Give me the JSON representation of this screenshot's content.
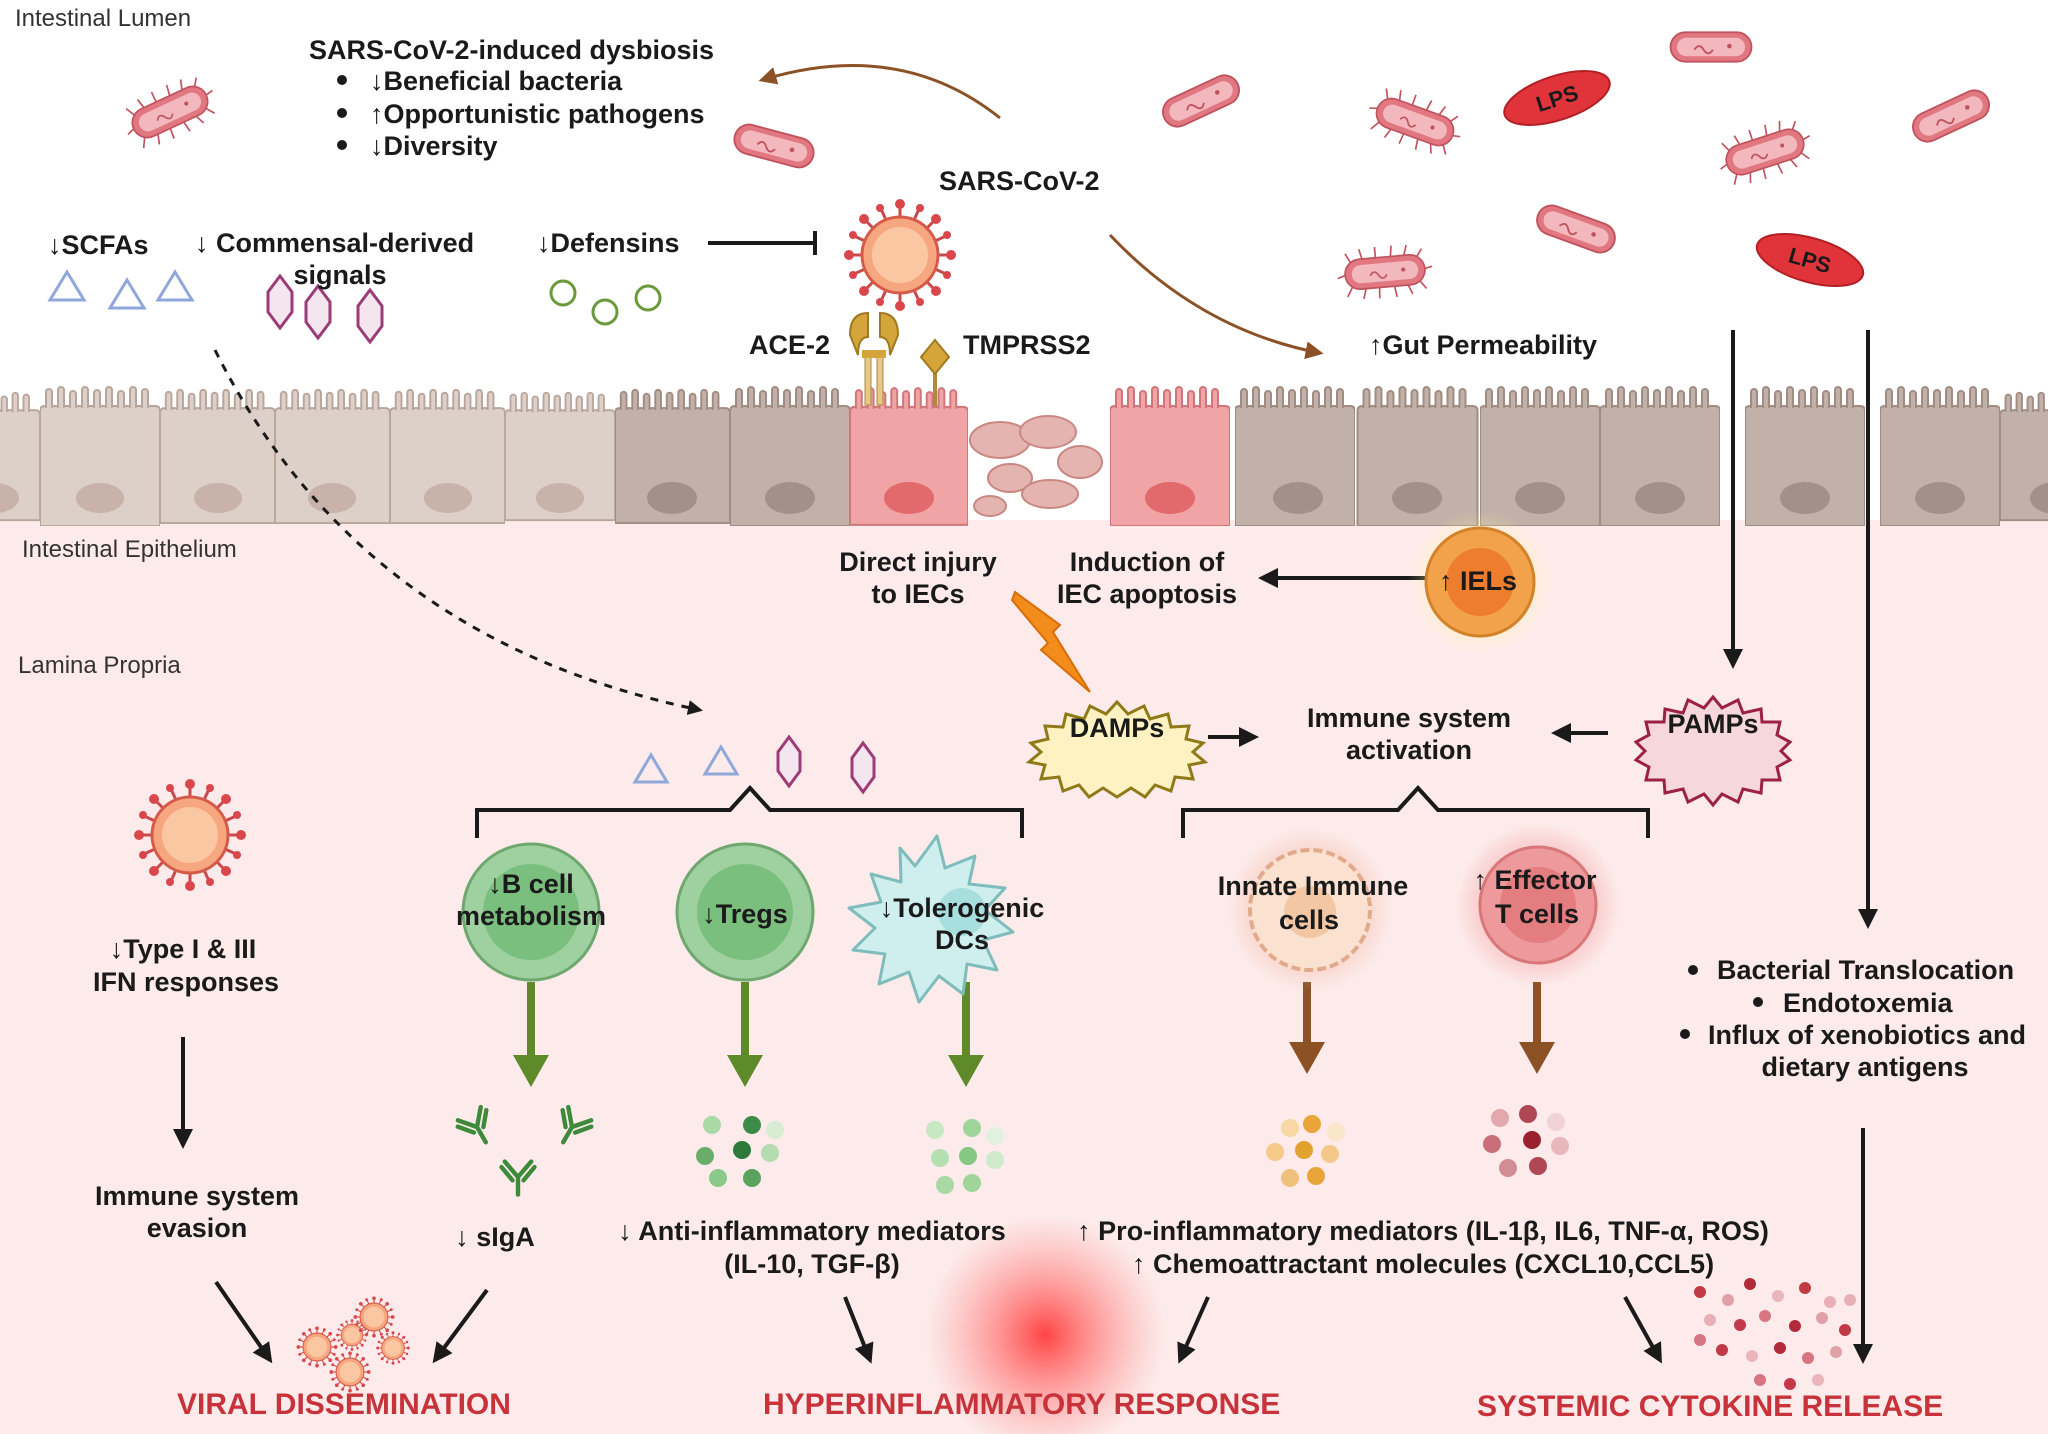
{
  "regions": {
    "lumen": "Intestinal Lumen",
    "epithelium": "Intestinal Epithelium",
    "lamina": "Lamina Propria"
  },
  "dysbiosis": {
    "title": "SARS-CoV-2-induced dysbiosis",
    "items": [
      "↓Beneficial bacteria",
      "↑Opportunistic pathogens",
      "↓Diversity"
    ]
  },
  "virus_label": "SARS-CoV-2",
  "scfas": "↓SCFAs",
  "commensal": [
    "↓ Commensal-derived",
    "signals"
  ],
  "defensins": "↓Defensins",
  "ace2": "ACE-2",
  "tmprss2": "TMPRSS2",
  "gut_permeability": "↑Gut Permeability",
  "lps": "LPS",
  "direct_injury": [
    "Direct injury",
    "to IECs"
  ],
  "iec_apoptosis": [
    "Induction of",
    "IEC apoptosis"
  ],
  "iels": "↑ IELs",
  "damps": "DAMPs",
  "pamps": "PAMPs",
  "immune_activation": [
    "Immune system",
    "activation"
  ],
  "ifn": [
    "↓Type I & III",
    "IFN responses"
  ],
  "evasion": [
    "Immune system",
    "evasion"
  ],
  "bcell": [
    "↓B cell",
    "metabolism"
  ],
  "tregs": "↓Tregs",
  "dcs": [
    "↓Tolerogenic",
    "DCs"
  ],
  "innate": [
    "Innate Immune",
    "cells"
  ],
  "effector": [
    "↑ Effector",
    "T cells"
  ],
  "siga": "↓ sIgA",
  "anti_inflammatory": [
    "↓ Anti-inflammatory mediators",
    "(IL-10, TGF-β)"
  ],
  "pro_inflammatory": [
    "↑ Pro-inflammatory mediators (IL-1β, IL6, TNF-α, ROS)",
    "↑ Chemoattractant molecules (CXCL10,CCL5)"
  ],
  "translocation": [
    "Bacterial Translocation",
    "Endotoxemia",
    "Influx of xenobiotics and",
    "dietary antigens"
  ],
  "outcomes": {
    "viral": "VIRAL DISSEMINATION",
    "hyper": "HYPERINFLAMMATORY RESPONSE",
    "systemic": "SYSTEMIC CYTOKINE RELEASE"
  },
  "colors": {
    "lumen_bg": "#ffffff",
    "lamina_bg": "#fcebea",
    "cell_light": "#ddd0c8",
    "cell_dark": "#c2b1a8",
    "cell_infected": "#f0a4a6",
    "bacteria": "#e07a82",
    "lps": "#e0343a",
    "virus": "#e26a5a",
    "outcome_red": "#c8323a",
    "green_arrow": "#5f8a2a",
    "brown_arrow": "#8c5226"
  }
}
